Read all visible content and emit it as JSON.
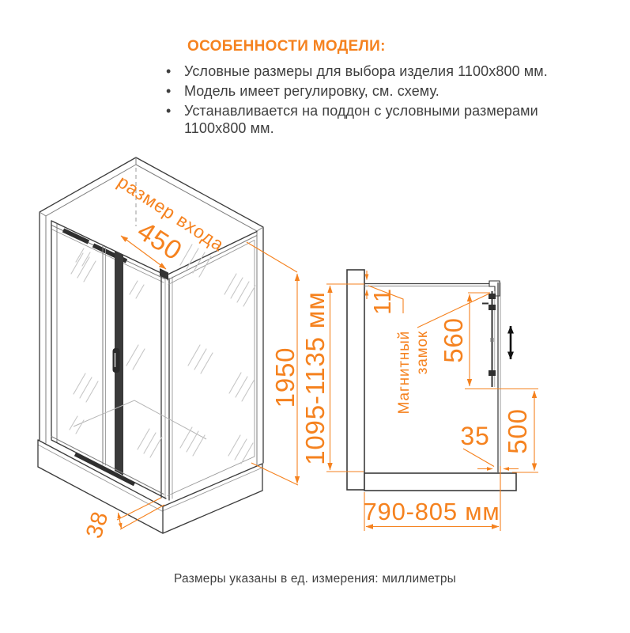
{
  "header": {
    "title": "ОСОБЕННОСТИ МОДЕЛИ:",
    "bullets": [
      "Условные размеры для выбора изделия 1100x800 мм.",
      "Модель имеет регулировку, см. схему.",
      "Устанавливается на поддон с условными размерами 1100x800 мм."
    ]
  },
  "drawings": {
    "iso": {
      "entrance_label": "размер входа",
      "door_opening": "450",
      "height": "1950",
      "tray_height": "38"
    },
    "plan": {
      "width_range": "1095-1135 мм",
      "wall_gap": "11",
      "door_panel": "560",
      "fixed_panel": "500",
      "adjustment": "35",
      "depth_range": "790-805 мм",
      "lock_label_line1": "Магнитный",
      "lock_label_line2": "замок"
    }
  },
  "footer": {
    "note": "Размеры указаны в ед. измерения: миллиметры"
  },
  "colors": {
    "accent": "#F5821F",
    "text": "#3F3F3F",
    "line": "#3B3B3B"
  }
}
